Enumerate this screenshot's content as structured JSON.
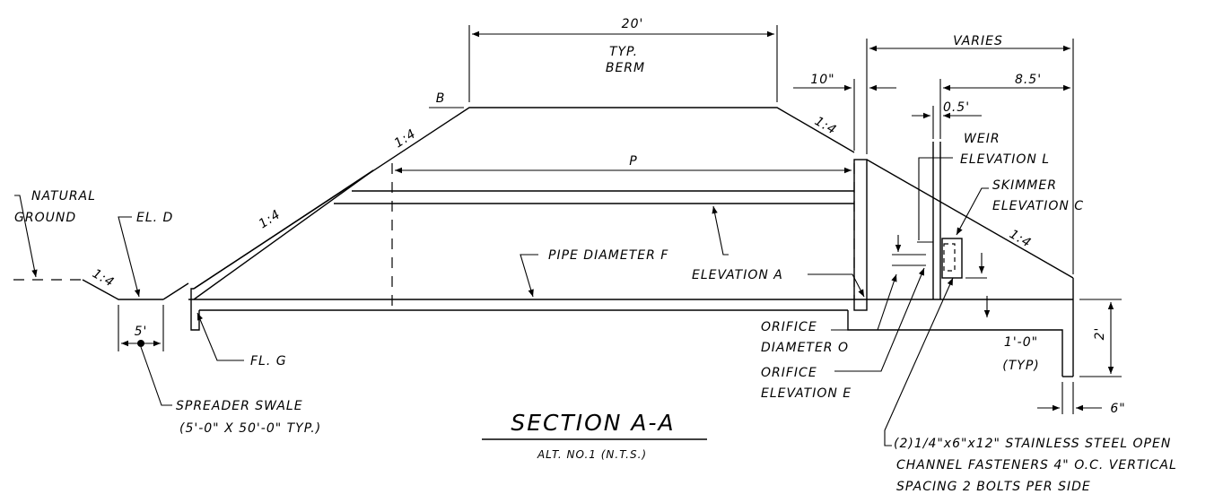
{
  "title": "SECTION A-A",
  "subtitle": "ALT. NO.1 (N.T.S.)",
  "dimensions": {
    "berm_width": "20'",
    "berm_note_1": "TYP.",
    "berm_note_2": "BERM",
    "varies": "VARIES",
    "eight_five": "8.5'",
    "ten_in": "10\"",
    "half_ft": "0.5'",
    "swale_width": "5'",
    "one_ft": "1'-0\"",
    "one_ft_note": "(TYP)",
    "two_ft": "2'",
    "six_in": "6\"",
    "pipe_length": "P"
  },
  "slopes": {
    "outer_upper": "1:4",
    "right_upper": "1:4",
    "inner": "1:4",
    "right_lower": "1:4",
    "ground": "1:4"
  },
  "labels": {
    "b": "B",
    "natural_ground_1": "NATURAL",
    "natural_ground_2": "GROUND",
    "el_d": "EL. D",
    "fl_g": "FL. G",
    "spreader_1": "SPREADER SWALE",
    "spreader_2": "(5'-0\" X 50'-0\" TYP.)",
    "pipe_diameter": "PIPE DIAMETER F",
    "elevation_a": "ELEVATION A",
    "weir_1": "WEIR",
    "weir_2": "ELEVATION L",
    "skimmer_1": "SKIMMER",
    "skimmer_2": "ELEVATION C",
    "orifice_d_1": "ORIFICE",
    "orifice_d_2": "DIAMETER O",
    "orifice_e_1": "ORIFICE",
    "orifice_e_2": "ELEVATION E",
    "fastener_1": "(2)1/4\"x6\"x12\" STAINLESS STEEL OPEN",
    "fastener_2": "CHANNEL FASTENERS 4\" O.C. VERTICAL",
    "fastener_3": "SPACING 2 BOLTS PER SIDE"
  }
}
